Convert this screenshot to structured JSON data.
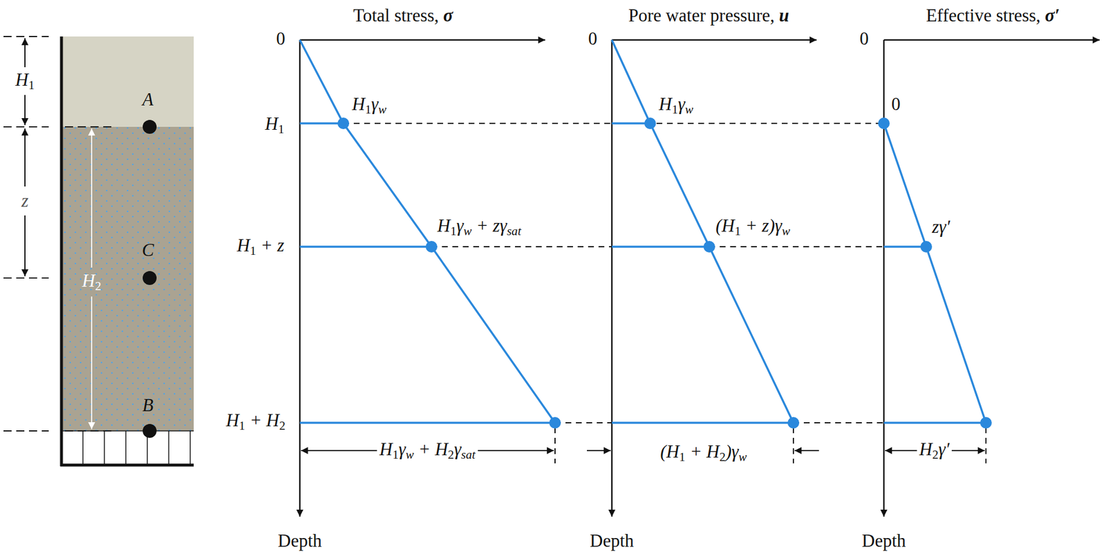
{
  "diagram": {
    "labels": [
      "H1",
      "A",
      "z",
      "C",
      "H2",
      "B",
      "Total stress, σ",
      "Pore water pressure, u",
      "Effective stress, σ′",
      "0",
      "0",
      "0",
      "H1γw",
      "H1γw",
      "0",
      "H1",
      "H1γw + zγsat",
      "(H1 + z)γw",
      "zγ′",
      "H1 + z",
      "H1 + H2",
      "H1γw + H2γsat",
      "(H1 + H2)γw",
      "H2γ′",
      "Depth",
      "Depth",
      "Depth"
    ]
  }
}
